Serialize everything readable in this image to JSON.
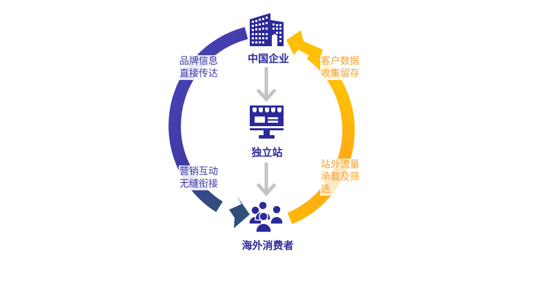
{
  "nodes": {
    "top": {
      "label": "中国企业",
      "icon": "building-icon"
    },
    "middle": {
      "label": "独立站",
      "icon": "storefront-monitor-icon"
    },
    "bottom": {
      "label": "海外消费者",
      "icon": "users-group-icon"
    }
  },
  "side_labels": {
    "left_top": "品牌信息\n直接传达",
    "left_bottom": "营销互动\n无缝衔接",
    "right_top": "客户数据\n收集留存",
    "right_bottom": "站外流量\n承载及筛\n选"
  },
  "colors": {
    "primary": "#2c2a9a",
    "left_arc_start": "#4a43b8",
    "left_arc_end": "#2f4f7a",
    "right_arc_start": "#ffc107",
    "right_arc_end": "#ff9f1f",
    "down_arrow": "#c4c4c4",
    "right_text": "#f5a233"
  }
}
